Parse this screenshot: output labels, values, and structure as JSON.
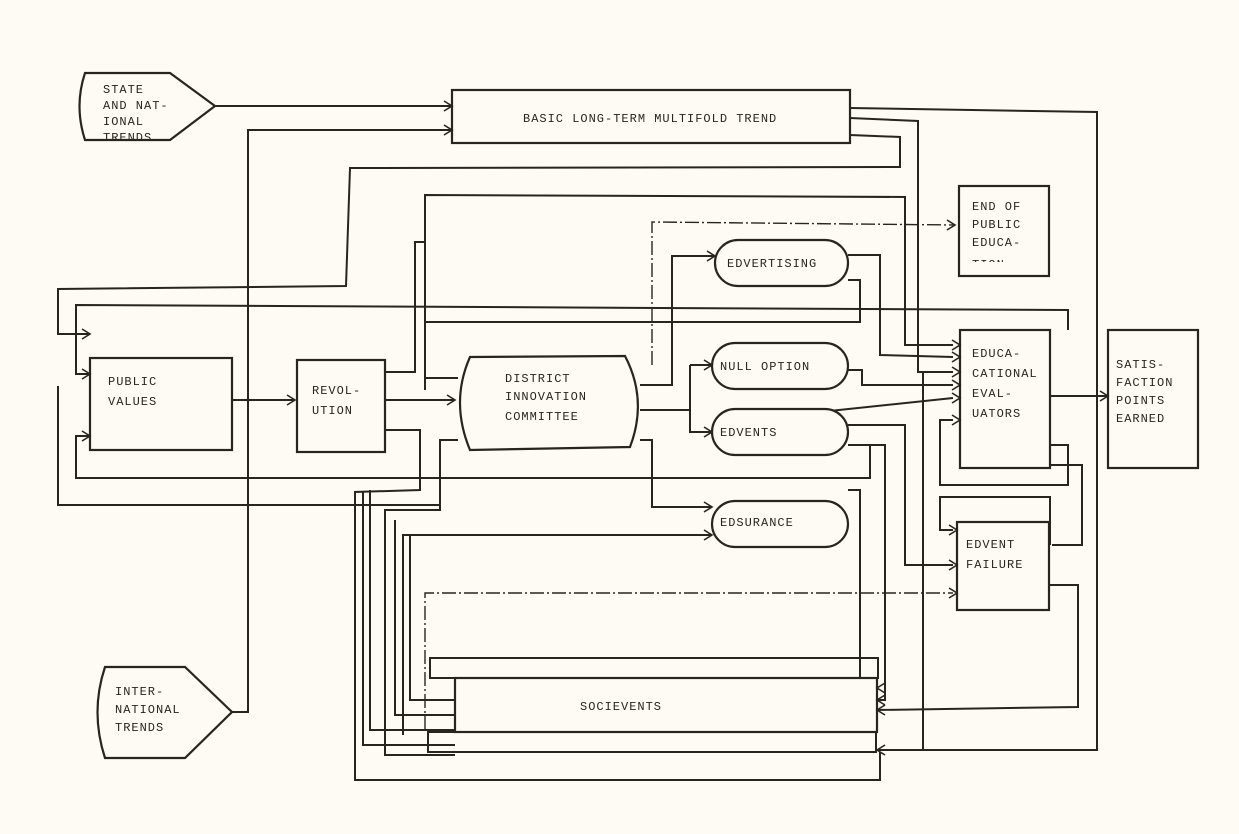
{
  "diagram": {
    "background": "#fdfbf3",
    "ink": "#2a2420",
    "nodes": {
      "state_trends": {
        "lines": [
          "STATE",
          "AND NAT-",
          "IONAL",
          "TRENDS"
        ],
        "shape": "display"
      },
      "intl_trends": {
        "lines": [
          "INTER-",
          "NATIONAL",
          "TRENDS"
        ],
        "shape": "display"
      },
      "basic_trend": {
        "lines": [
          "BASIC LONG-TERM MULTIFOLD TREND"
        ],
        "shape": "box"
      },
      "end_public_ed": {
        "lines": [
          "END OF",
          "PUBLIC",
          "EDUCA-",
          "TION"
        ],
        "shape": "box"
      },
      "public_values": {
        "lines": [
          "PUBLIC",
          "VALUES"
        ],
        "shape": "box"
      },
      "revolution": {
        "lines": [
          "REVOL-",
          "UTION"
        ],
        "shape": "box"
      },
      "district_committee": {
        "lines": [
          "DISTRICT",
          "INNOVATION",
          "COMMITTEE"
        ],
        "shape": "barrel"
      },
      "edvertising": {
        "lines": [
          "EDVERTISING"
        ],
        "shape": "terminal"
      },
      "null_option": {
        "lines": [
          "NULL OPTION"
        ],
        "shape": "terminal"
      },
      "edvents": {
        "lines": [
          "EDVENTS"
        ],
        "shape": "terminal"
      },
      "edsurance": {
        "lines": [
          "EDSURANCE"
        ],
        "shape": "terminal"
      },
      "ed_evaluators": {
        "lines": [
          "EDUCA-",
          "CATIONAL",
          "EVAL-",
          "UATORS"
        ],
        "shape": "box"
      },
      "satisfaction": {
        "lines": [
          "SATIS-",
          "FACTION",
          "POINTS",
          "EARNED"
        ],
        "shape": "box"
      },
      "edvent_failure": {
        "lines": [
          "EDVENT",
          "FAILURE"
        ],
        "shape": "box"
      },
      "socievents": {
        "lines": [
          "SOCIEVENTS"
        ],
        "shape": "box"
      }
    }
  }
}
